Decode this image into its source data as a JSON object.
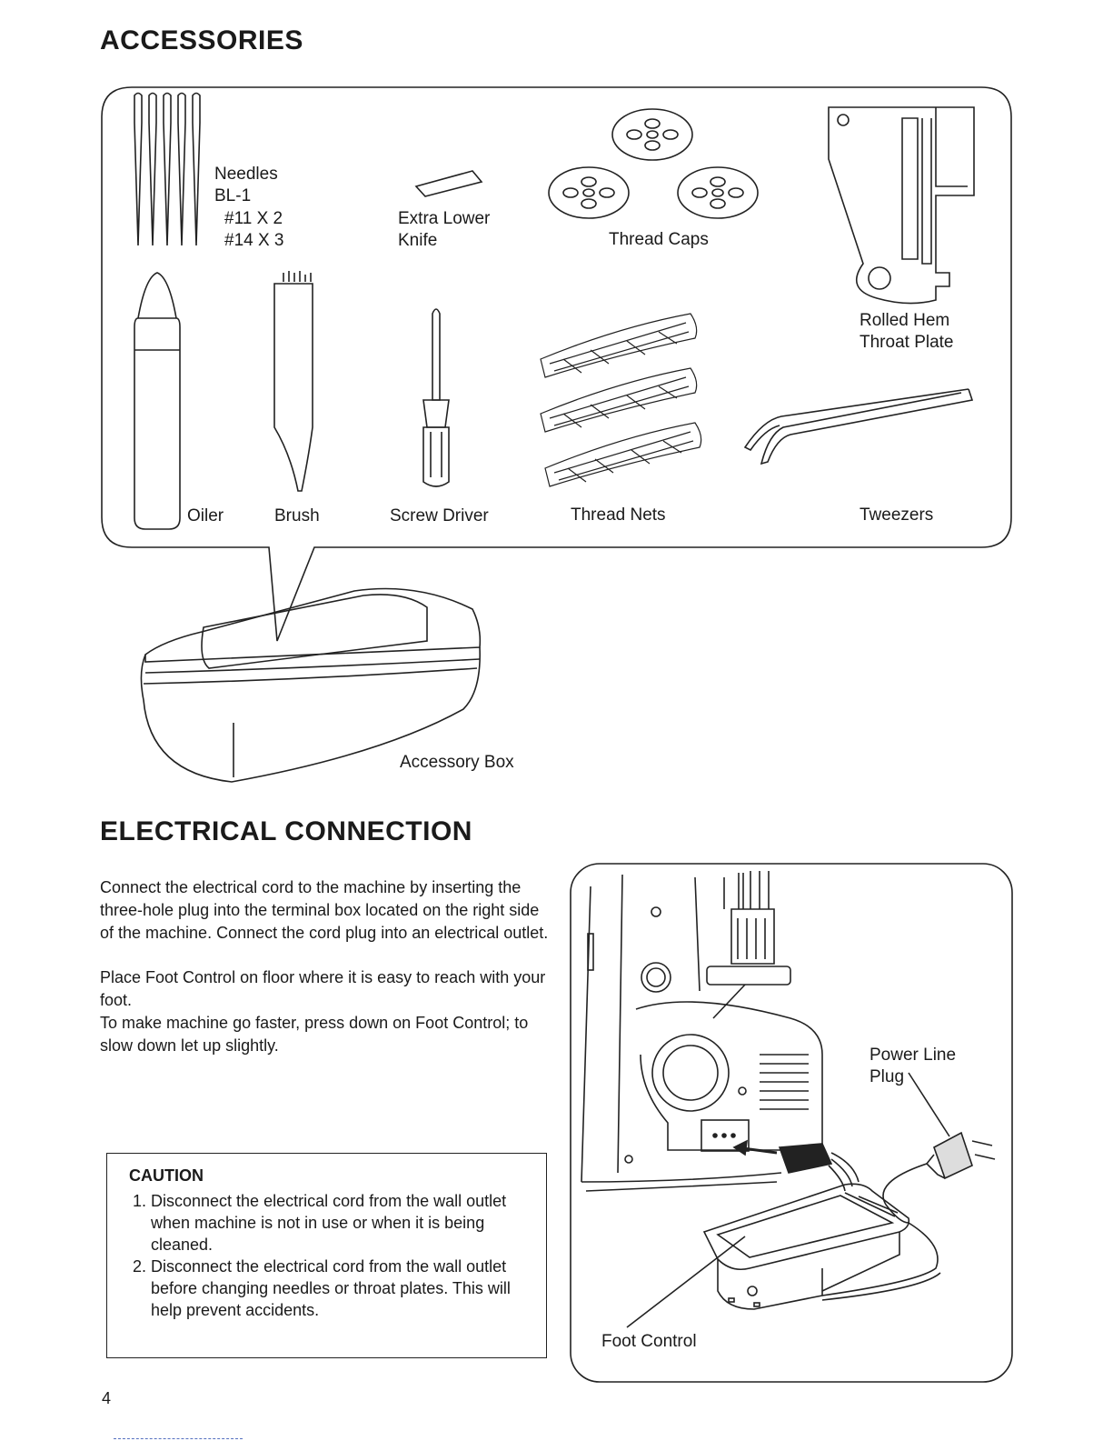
{
  "accessories": {
    "title": "ACCESSORIES",
    "needles": {
      "label": "Needles",
      "type": "BL-1",
      "size1": "#11 X 2",
      "size2": "#14 X 3"
    },
    "extra_lower_knife": {
      "line1": "Extra Lower",
      "line2": "Knife"
    },
    "thread_caps": "Thread Caps",
    "rolled_hem": {
      "line1": "Rolled Hem",
      "line2": "Throat Plate"
    },
    "oiler": "Oiler",
    "brush": "Brush",
    "screw_driver": "Screw Driver",
    "thread_nets": "Thread Nets",
    "tweezers": "Tweezers",
    "accessory_box": "Accessory Box"
  },
  "electrical": {
    "title": "ELECTRICAL CONNECTION",
    "paragraph1": "Connect the electrical cord to the machine by inserting the three-hole plug into the terminal box located on the right side of the machine. Connect the cord plug into an electrical outlet.",
    "paragraph2_line1": "Place Foot Control on floor where it is easy to reach with your foot.",
    "paragraph2_line2": "To make machine go faster, press down on Foot Control; to slow down let up slightly.",
    "caution": {
      "title": "CAUTION",
      "item1": "Disconnect the electrical cord from the wall outlet when machine is not in use or when it is being cleaned.",
      "item2": "Disconnect the electrical cord from the wall outlet before changing needles or throat plates. This will help prevent accidents."
    },
    "power_line_plug": {
      "line1": "Power Line",
      "line2": "Plug"
    },
    "foot_control": "Foot Control"
  },
  "page_number": "4"
}
